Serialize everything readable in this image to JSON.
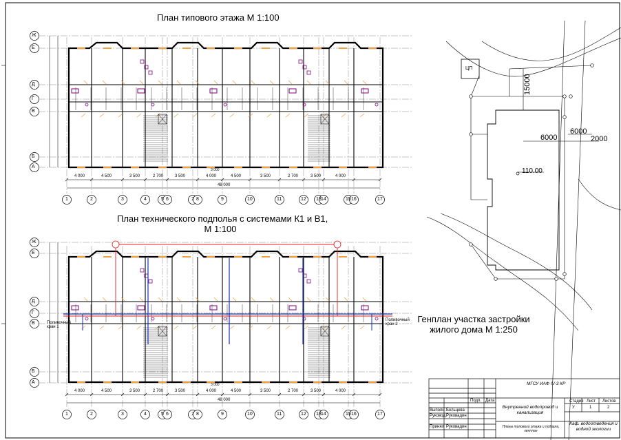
{
  "titles": {
    "typical_floor": "План типового этажа М 1:100",
    "basement_line1": "План технического подполья с системами К1 и В1,",
    "basement_line2": "М 1:100",
    "site_line1": "Генплан участка застройки",
    "site_line2": "жилого дома М 1:250"
  },
  "axes_rows": [
    "Ж",
    "Е",
    "Д",
    "Г",
    "В",
    "Б",
    "А"
  ],
  "axes_cols": [
    "1",
    "2",
    "3",
    "4",
    "5",
    "6",
    "7",
    "8",
    "9",
    "10",
    "11",
    "12",
    "13",
    "14",
    "15",
    "16",
    "17"
  ],
  "dims_bottom": [
    "4 000",
    "4 500",
    "3 500",
    "2 700",
    "3 500",
    "4 000",
    "4 500",
    "3 500",
    "2 700",
    "3 500",
    "4 000"
  ],
  "dim_total": "48 000",
  "dim_small": "3 000",
  "site": {
    "dim_15000": "15000",
    "dim_6000a": "6000",
    "dim_6000b": "6000",
    "dim_2000": "2000",
    "elevation": "110.00",
    "label_cp": "ЦП"
  },
  "notes": {
    "left_valve": "Поливочный кран 1",
    "right_valve": "Поливочный кран 2"
  },
  "title_block": {
    "code": "МГСУ ИАФ IV-3 КР",
    "project_title": "Внутренний водопровод и канализация",
    "sheet_title": "Планы типового этажа и подвала, генплан",
    "col_stage": "Стадия",
    "col_sheet": "Лист",
    "col_sheets": "Листов",
    "stage": "У",
    "sheet": "1",
    "sheets": "2",
    "dept": "Каф. водоотведения и водной экологии",
    "col_sign": "Подп.",
    "col_date": "Дата",
    "role1": "Выполн.",
    "name1": "Бельцева",
    "role2": "Руковод.",
    "name2": "Руковадин",
    "role3": "Принял",
    "name3": "Руковадин"
  }
}
